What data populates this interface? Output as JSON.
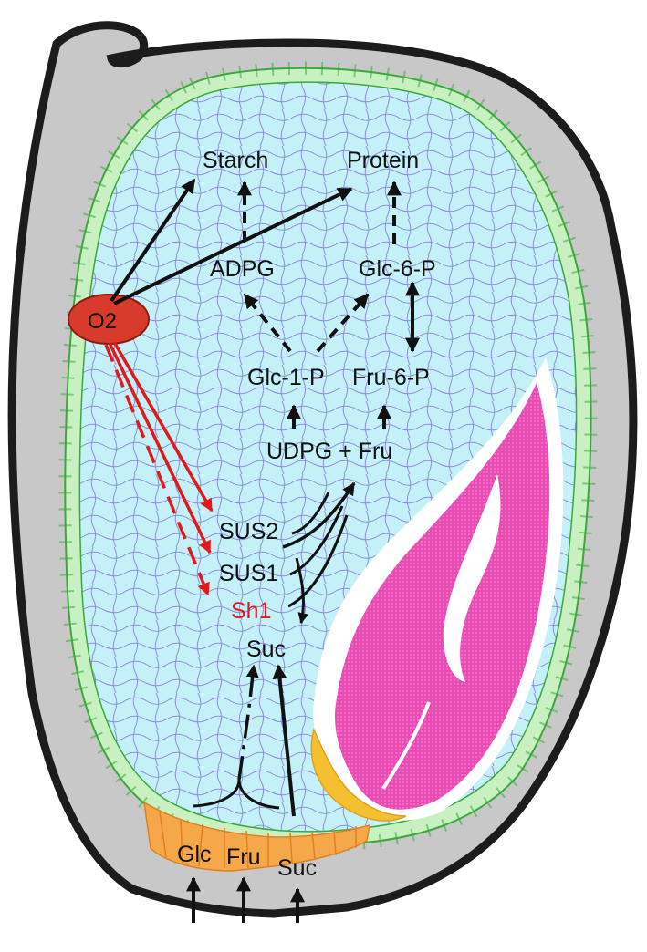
{
  "labels": {
    "starch": "Starch",
    "protein": "Protein",
    "adpg": "ADPG",
    "glc6p": "Glc-6-P",
    "glc1p": "Glc-1-P",
    "fru6p": "Fru-6-P",
    "udpg_fru": "UDPG + Fru",
    "sus2": "SUS2",
    "sus1": "SUS1",
    "sh1": "Sh1",
    "suc_inner": "Suc",
    "o2": "O2",
    "glc_bottom": "Glc",
    "fru_bottom": "Fru",
    "suc_bottom": "Suc"
  },
  "colors": {
    "pericarp": "#c8c8c8",
    "outline": "#1c1c1c",
    "aleurone": "#c8f0c0",
    "aleurone_stroke": "#3aa93a",
    "endosperm": "#c4f0f8",
    "cell_wall": "#8e8ed8",
    "embryo": "#e94bb4",
    "scutellum_edge": "#ffffff",
    "transfer_cells": "#f5a74a",
    "embryo_base": "#f5c030",
    "o2_fill": "#d83b2c",
    "regulation": "#e01a1a",
    "arrow": "#111111"
  }
}
